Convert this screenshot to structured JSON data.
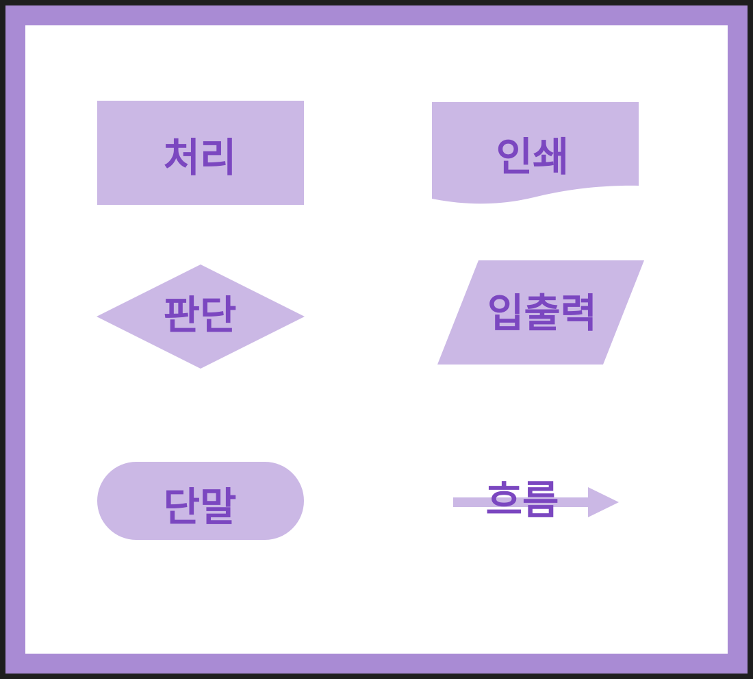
{
  "colors": {
    "background": "#1e1e1e",
    "frame": "#a98bd4",
    "canvas": "#ffffff",
    "shape_fill": "#cbb8e5",
    "text": "#7b47c0"
  },
  "shapes": {
    "process": {
      "label": "처리",
      "shape": "rectangle"
    },
    "document": {
      "label": "인쇄",
      "shape": "wavy-bottom-rectangle"
    },
    "decision": {
      "label": "판단",
      "shape": "diamond"
    },
    "input_output": {
      "label": "입출력",
      "shape": "parallelogram"
    },
    "terminal": {
      "label": "단말",
      "shape": "rounded-rectangle"
    },
    "flow": {
      "label": "흐름",
      "shape": "arrow"
    }
  }
}
